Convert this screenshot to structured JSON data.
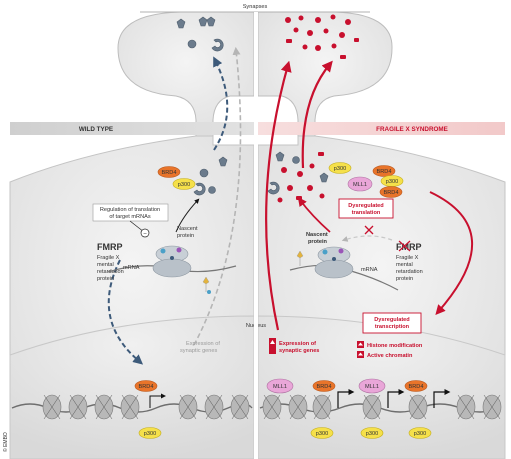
{
  "labels": {
    "synapses": "Synapses",
    "wild_type": "WILD TYPE",
    "fragile_x": "FRAGILE X SYNDROME",
    "nucleus": "Nucleus",
    "credit": "© EMBO"
  },
  "proteins": {
    "brd4": "BRD4",
    "p300": "p300",
    "mll1": "MLL1"
  },
  "wild_type": {
    "regulation_box": [
      "Regulation of translation",
      "of target mRNAs"
    ],
    "minus_sign": "−",
    "fmrp_title": "FMRP",
    "fmrp_desc": [
      "Fragile X",
      "mental",
      "retardation",
      "protein"
    ],
    "nascent_protein": [
      "Nascent",
      "protein"
    ],
    "mrna": "mRNA",
    "expression": [
      "Expression of",
      "synaptic genes"
    ]
  },
  "fragile_x": {
    "dysregulated_translation": [
      "Dysregulated",
      "translation"
    ],
    "nascent_protein": [
      "Nascent",
      "protein"
    ],
    "fmrp_faded": "FMRP",
    "fmrp_desc": [
      "Fragile X",
      "mental",
      "retardation",
      "protein"
    ],
    "mrna": "mRNA",
    "dysregulated_transcription": [
      "Dysregulated",
      "transcription"
    ],
    "histone_modification": "Histone modification",
    "active_chromatin": "Active chromatin",
    "expression": [
      "Expression of",
      "synaptic genes"
    ]
  },
  "colors": {
    "red": "#c8102e",
    "orange": "#e8742a",
    "yellow": "#f5e04a",
    "pink": "#e9a6d8",
    "grey_cell": "#e9e9e9",
    "band": "#d2d2d2",
    "blue_dashed": "#3d5a7a"
  }
}
